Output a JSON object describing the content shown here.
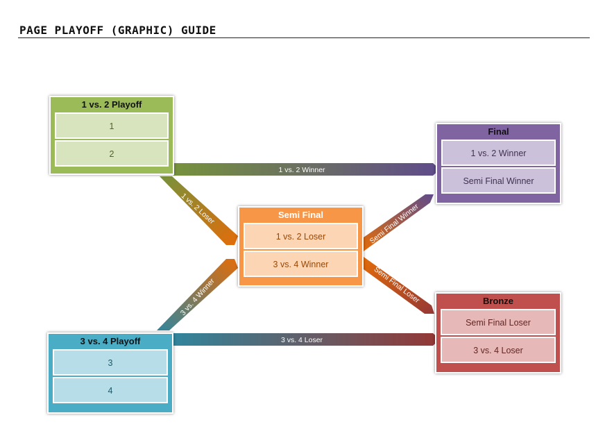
{
  "title": "PAGE PLAYOFF (GRAPHIC) GUIDE",
  "nodes": {
    "playoff12": {
      "title": "1 vs. 2 Playoff",
      "rows": [
        "1",
        "2"
      ],
      "color": "#9bbb59",
      "cell_color": "#d7e4bd"
    },
    "playoff34": {
      "title": "3 vs. 4 Playoff",
      "rows": [
        "3",
        "4"
      ],
      "color": "#4bacc6",
      "cell_color": "#b7dde8"
    },
    "semi": {
      "title": "Semi Final",
      "rows": [
        "1 vs. 2 Loser",
        "3 vs. 4 Winner"
      ],
      "color": "#f79646",
      "cell_color": "#fcd5b5"
    },
    "final": {
      "title": "Final",
      "rows": [
        "1 vs. 2 Winner",
        "Semi Final Winner"
      ],
      "color": "#8064a2",
      "cell_color": "#ccc1da"
    },
    "bronze": {
      "title": "Bronze",
      "rows": [
        "Semi Final Loser",
        "3 vs. 4 Loser"
      ],
      "color": "#c0504d",
      "cell_color": "#e6b9b8"
    }
  },
  "edges": {
    "w12": "1 vs. 2 Winner",
    "l12": "1 vs. 2 Loser",
    "w34": "3 vs. 4 Winner",
    "l34": "3 vs. 4 Loser",
    "wsf": "Semi Final Winner",
    "lsf": "Semi Final Loser"
  }
}
